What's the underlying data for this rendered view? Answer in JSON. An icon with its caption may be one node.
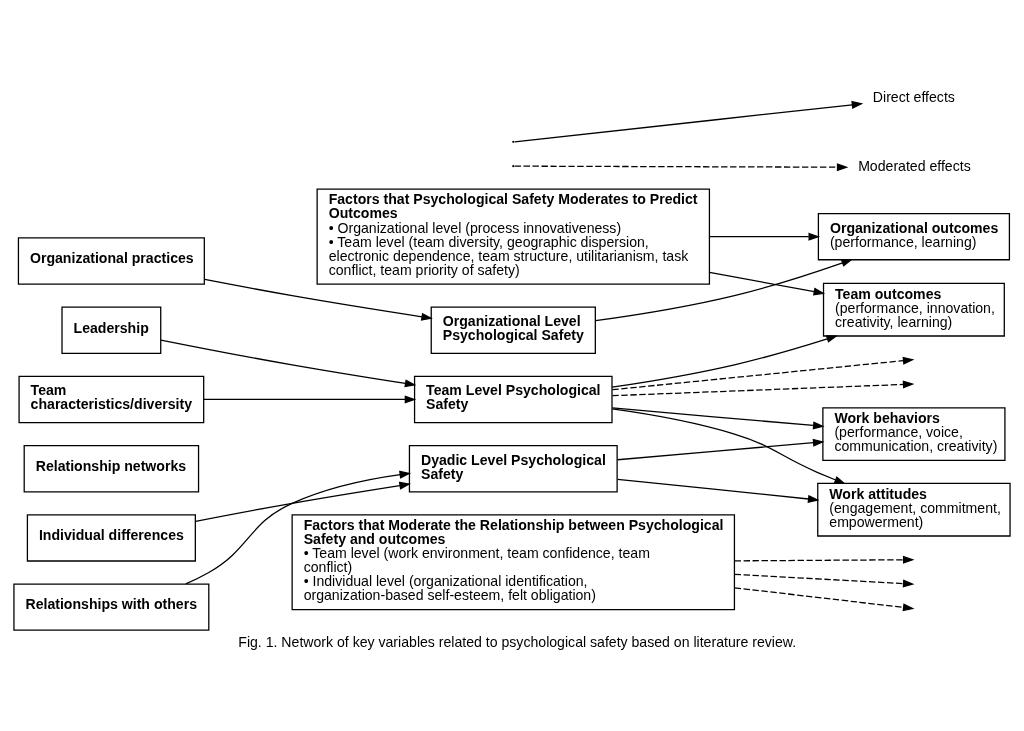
{
  "diagram": {
    "caption": "Fig. 1. Network of key variables related to psychological safety based on literature review.",
    "nodes": [
      {
        "text": [
          "Factors that Psychological Safety Moderates to Predict Outcomes",
          "• Organizational level (process innovativeness)",
          "• Team level (team diversity, geographic dispersion, electronic dependence, team structure, utilitarianism, task conflict, team priority of safety)"
        ]
      },
      {
        "text": [
          "Organizational practices"
        ]
      },
      {
        "text": [
          "Organizational Level Psychological Safety"
        ]
      },
      {
        "text": [
          "Organizational outcomes",
          "(performance, learning)"
        ]
      },
      {
        "text": [
          "Leadership"
        ]
      },
      {
        "text": [
          "Team characteristics/diversity"
        ]
      },
      {
        "text": [
          "Relationship networks"
        ]
      },
      {
        "text": [
          "Team Level Psychological Safety"
        ]
      },
      {
        "text": [
          "Team outcomes",
          "(performance, innovation, creativity, learning)"
        ]
      },
      {
        "text": [
          "Individual differences"
        ]
      },
      {
        "text": [
          "Relationships with others"
        ]
      },
      {
        "text": [
          "Dyadic Level Psychological Safety"
        ]
      },
      {
        "text": [
          "Work behaviors",
          "(performance, voice, communication, creativity)"
        ]
      },
      {
        "text": [
          "Work attitudes",
          "(engagement, commitment, empowerment)"
        ]
      },
      {
        "text": [
          "Factors that Moderate the Relationship between Psychological Safety and outcomes",
          "• Team level (work environment, team confidence, team conflict)",
          "• Individual level (organizational identification, organization-based self-esteem, felt obligation)"
        ]
      }
    ],
    "edges": [
      {
        "from": 0,
        "to": 3,
        "arrow": "to"
      },
      {
        "from": 0,
        "to": 8,
        "arrow": "to"
      },
      {
        "from": 1,
        "to": 2,
        "arrow": "to"
      },
      {
        "from": 2,
        "to": 3,
        "arrow": "to"
      },
      {
        "from": 4,
        "to": 7,
        "arrow": "to"
      },
      {
        "from": 5,
        "to": 7,
        "arrow": "to"
      },
      {
        "from": 7,
        "to": null,
        "arrow": "to",
        "style": "dashed"
      },
      {
        "from": 7,
        "to": null,
        "arrow": "to",
        "style": "dashed"
      },
      {
        "from": 7,
        "to": 8,
        "arrow": "to"
      },
      {
        "from": 7,
        "to": 12,
        "arrow": "to"
      },
      {
        "from": 7,
        "to": 13,
        "arrow": "to"
      },
      {
        "from": 9,
        "to": 11,
        "arrow": "to"
      },
      {
        "from": 10,
        "to": 11,
        "arrow": "to"
      },
      {
        "from": 11,
        "to": 12,
        "arrow": "to"
      },
      {
        "from": 11,
        "to": 13,
        "arrow": "to"
      },
      {
        "from": 14,
        "to": null,
        "arrow": "to",
        "style": "dashed"
      },
      {
        "from": 14,
        "to": null,
        "arrow": "to",
        "style": "dashed"
      },
      {
        "from": 14,
        "to": null,
        "arrow": "to",
        "style": "dashed"
      }
    ],
    "legend": [
      {
        "text": "Direct effects"
      },
      {
        "text": "Moderated effects"
      }
    ]
  }
}
